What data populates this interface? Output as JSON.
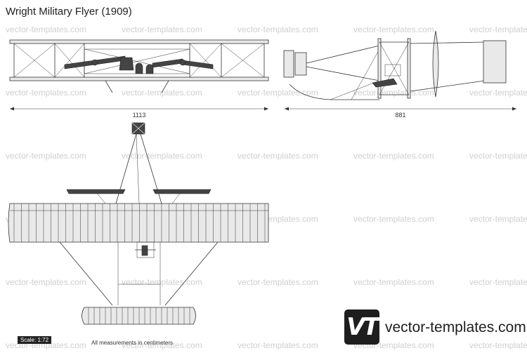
{
  "title": "Wright Military Flyer (1909)",
  "watermark": "vector-templates.com",
  "dimensions": {
    "front_span": "1113",
    "side_length": "881"
  },
  "scale_label": "Scale: 1:72",
  "note": "All measurements in centimeters",
  "logo": {
    "mark": "VT",
    "text": "vector-templates.com"
  },
  "views": [
    "front-view",
    "side-view",
    "top-view"
  ]
}
